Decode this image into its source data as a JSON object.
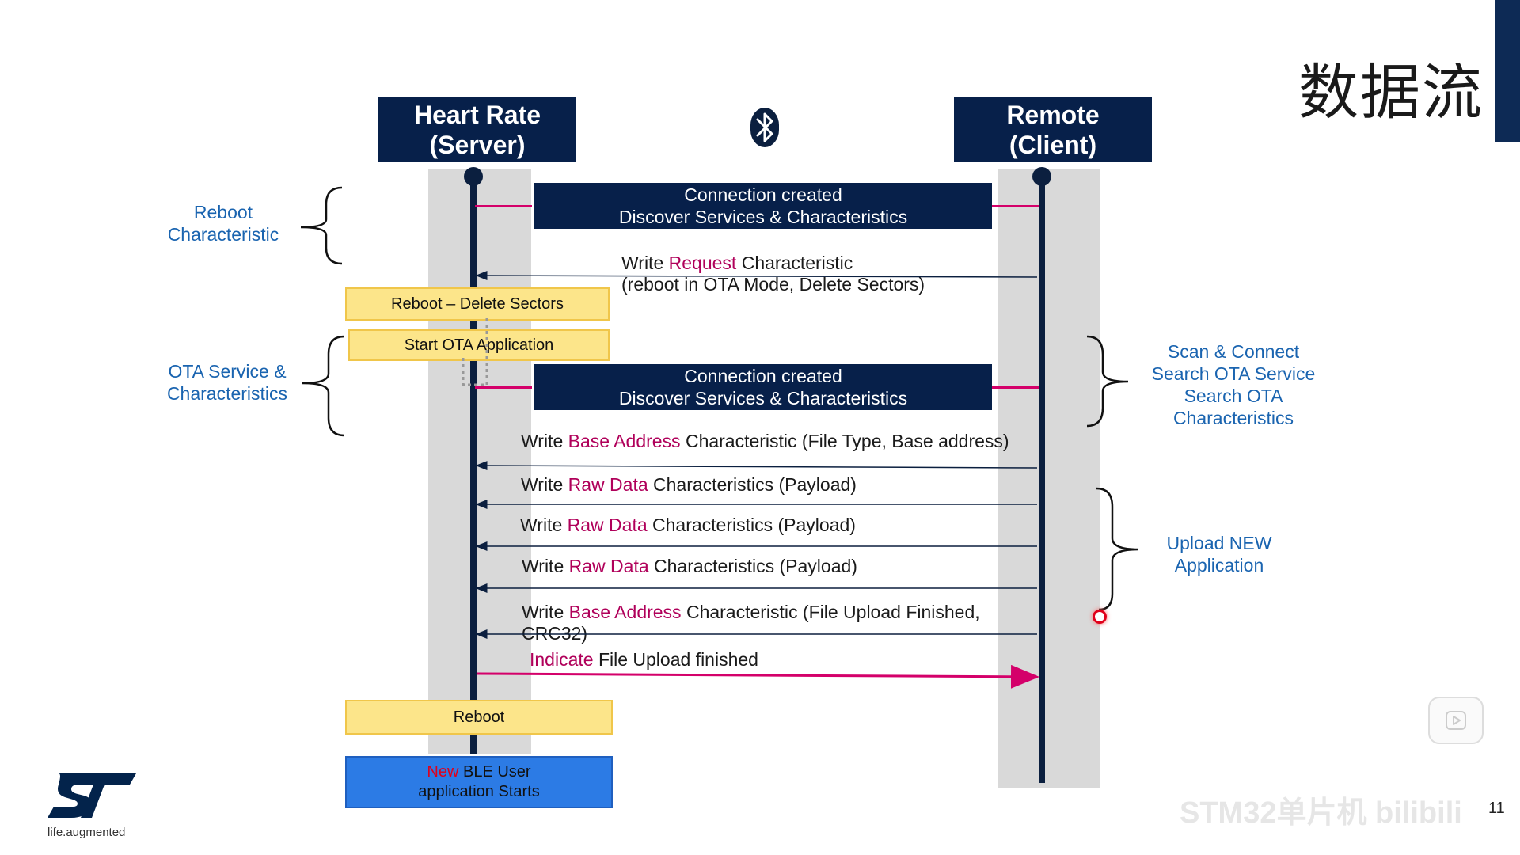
{
  "title": "数据流",
  "actors": {
    "server": {
      "line1": "Heart Rate",
      "line2": "(Server)"
    },
    "client": {
      "line1": "Remote",
      "line2": "(Client)"
    }
  },
  "icons": {
    "center": "bluetooth-icon",
    "logo": "st-logo"
  },
  "connections": [
    {
      "line1": "Connection created",
      "line2": "Discover Services & Characteristics"
    },
    {
      "line1": "Connection created",
      "line2": "Discover Services & Characteristics"
    }
  ],
  "boxes": {
    "reboot_delete": "Reboot – Delete Sectors",
    "start_ota": "Start OTA Application",
    "reboot": "Reboot",
    "new_ble": {
      "new": "New",
      "rest": " BLE User",
      "line2": "application Starts"
    }
  },
  "messages": [
    {
      "pre": "Write ",
      "hl": "Request",
      "post": " Characteristic",
      "line2": "(reboot in OTA Mode, Delete Sectors)"
    },
    {
      "pre": "Write ",
      "hl": "Base Address",
      "post": " Characteristic (File Type, Base address)",
      "line2": ""
    },
    {
      "pre": "Write ",
      "hl": "Raw Data",
      "post": " Characteristics (Payload)",
      "line2": ""
    },
    {
      "pre": "Write ",
      "hl": "Raw Data",
      "post": " Characteristics (Payload)",
      "line2": ""
    },
    {
      "pre": "Write ",
      "hl": "Raw Data",
      "post": " Characteristics (Payload)",
      "line2": ""
    },
    {
      "pre": "Write ",
      "hl": "Base Address",
      "post": " Characteristic (File Upload Finished,",
      "line2": "CRC32)"
    },
    {
      "pre": "",
      "hl": "Indicate",
      "post": " File Upload finished",
      "line2": ""
    }
  ],
  "side_labels": {
    "reboot_char": [
      "Reboot",
      "Characteristic"
    ],
    "ota_service": [
      "OTA Service &",
      "Characteristics"
    ],
    "scan_connect": [
      "Scan & Connect",
      "Search OTA Service",
      "Search OTA",
      "Characteristics"
    ],
    "upload_new": [
      "Upload NEW",
      "Application"
    ]
  },
  "footer": {
    "tagline": "life.augmented",
    "page": "11",
    "watermark": "STM32单片机 bilibili"
  },
  "colors": {
    "navy": "#07204a",
    "highlight": "#b0005a",
    "pink_arrow": "#d4006a",
    "label_blue": "#1a64b0",
    "yellow": "#fce58a",
    "blue_box": "#2c7be5"
  }
}
